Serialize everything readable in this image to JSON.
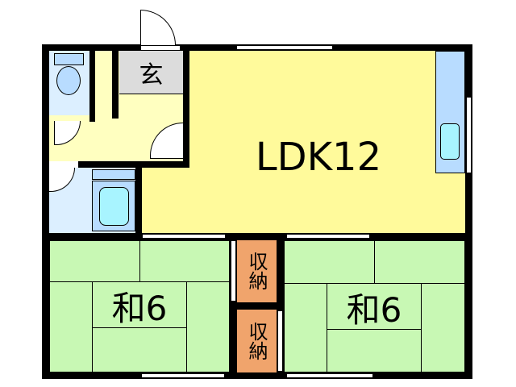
{
  "rooms": {
    "entrance": "玄",
    "ldk": "LDK12",
    "washitsu_left": "和6",
    "washitsu_right": "和6",
    "closet_top": "収納",
    "closet_bottom": "収納"
  },
  "colors": {
    "ldk": "#fffa9b",
    "hall": "#ffffc0",
    "entrance": "#dcdcdc",
    "wet": "#dcefff",
    "fixture": "#b8dcff",
    "tatami": "#c8f8b4",
    "closet": "#f0a46c",
    "wall": "#000000"
  }
}
